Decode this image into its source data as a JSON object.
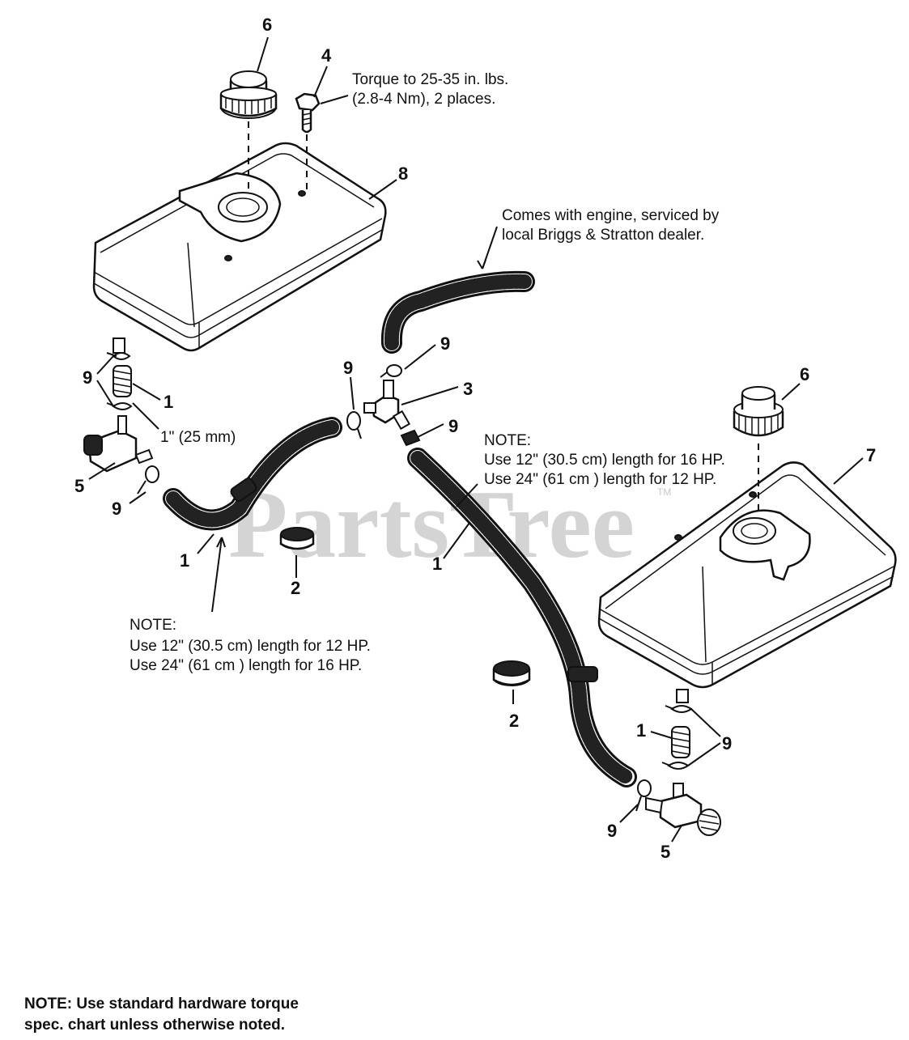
{
  "watermark": {
    "text": "PartsTree",
    "tm": "TM"
  },
  "callouts": {
    "c6_top": "6",
    "c4": "4",
    "c8": "8",
    "c9_left_a": "9",
    "c1_left_a": "1",
    "c5_left": "5",
    "c9_left_b": "9",
    "c1_left_hose": "1",
    "c2_left": "2",
    "c9_center_a": "9",
    "c9_center_b": "9",
    "c3": "3",
    "c9_center_c": "9",
    "c1_center_hose": "1",
    "c6_right": "6",
    "c7": "7",
    "c2_right": "2",
    "c1_right": "1",
    "c9_right_a": "9",
    "c9_right_b": "9",
    "c5_right": "5"
  },
  "notes": {
    "torque_line1": "Torque to 25-35 in. lbs.",
    "torque_line2": "(2.8-4 Nm), 2 places.",
    "engine_line1": "Comes with engine, serviced by",
    "engine_line2": "local Briggs & Stratton dealer.",
    "dim_1in": "1\" (25 mm)",
    "note_right_title": "NOTE:",
    "note_right_line1": "Use 12\" (30.5 cm) length for 16 HP.",
    "note_right_line2": "Use 24\" (61 cm ) length for 12 HP.",
    "note_left_title": "NOTE:",
    "note_left_line1": "Use 12\" (30.5 cm) length for 12 HP.",
    "note_left_line2": "Use 24\" (61 cm ) length for 16 HP.",
    "footer_line1": "NOTE: Use standard hardware torque",
    "footer_line2": "spec. chart unless otherwise noted."
  }
}
